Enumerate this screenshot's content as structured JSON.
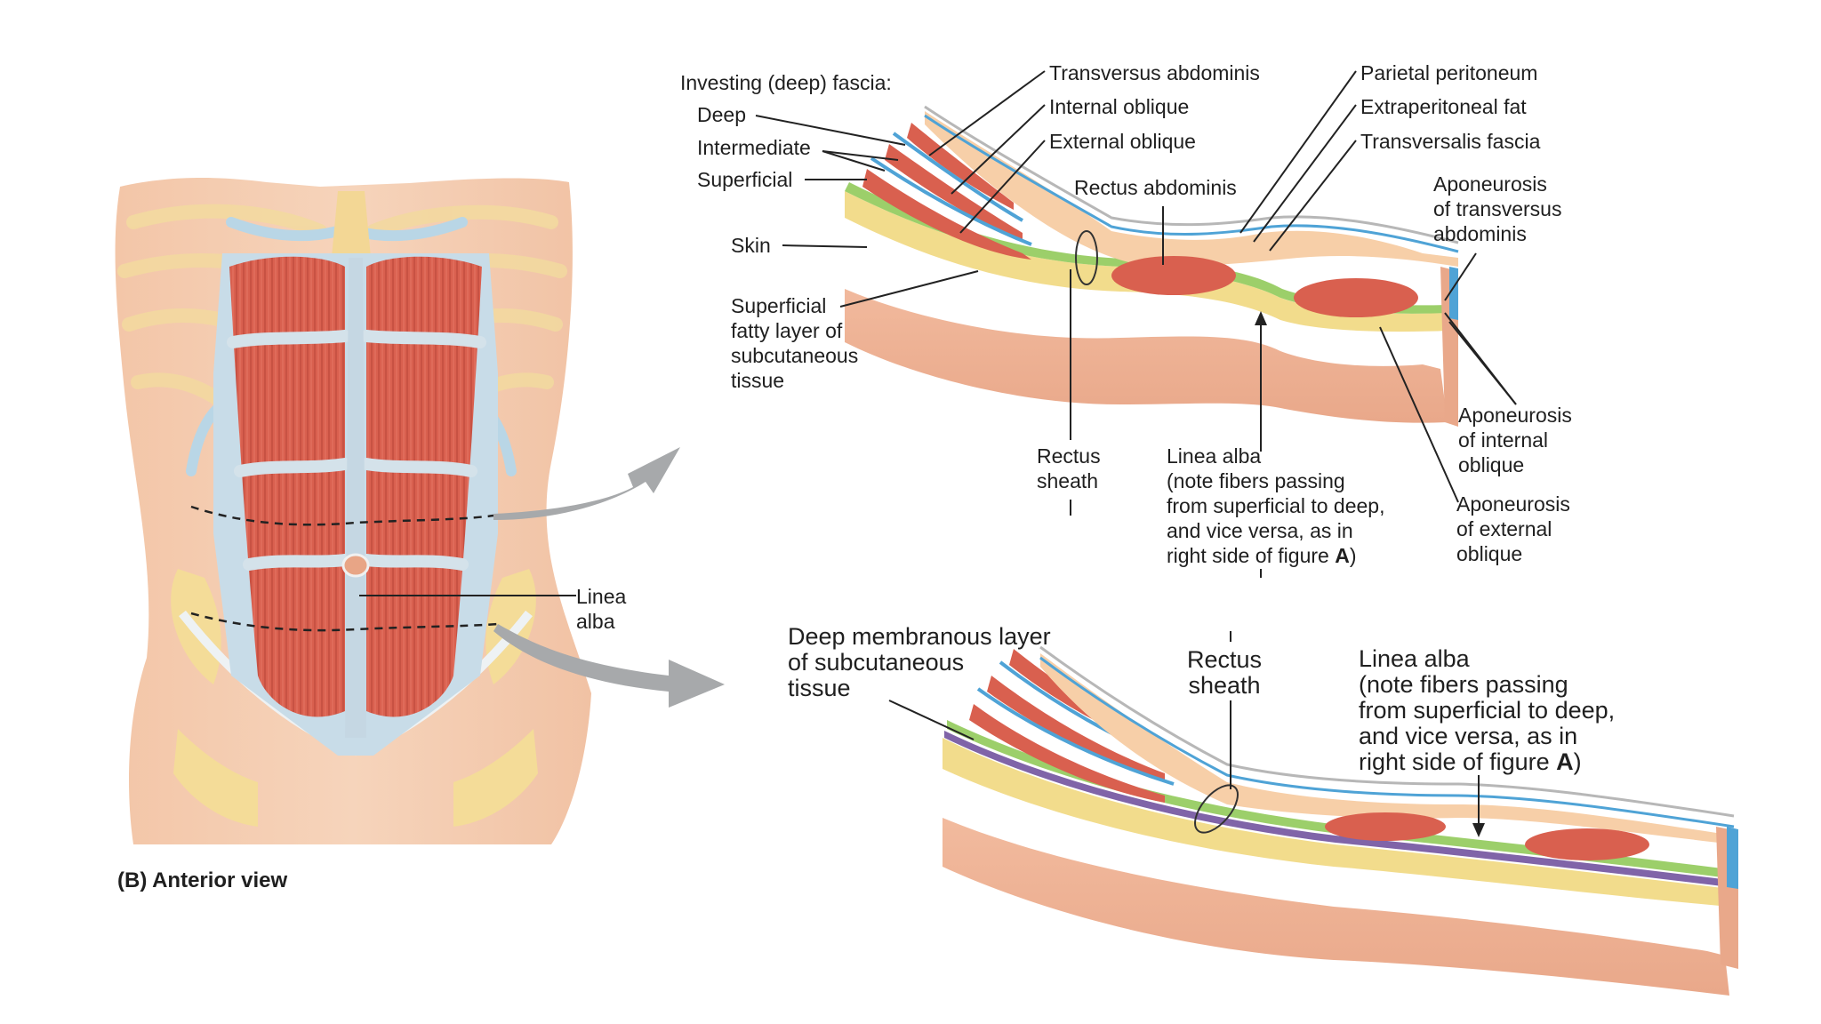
{
  "colors": {
    "skin": "#f0b196",
    "skin_dark": "#d98f72",
    "fat": "#f2dc8c",
    "muscle": "#d95e50",
    "muscle_dark": "#b8463a",
    "fascia_blue": "#4fa3d6",
    "fascia_green": "#9ccf6a",
    "membranous_purple": "#8064a8",
    "extraperitoneal": "#f7cfa8",
    "bone": "#f5d98a",
    "tendon": "#c9dde8",
    "arrow_gray": "#a7a9ab"
  },
  "panel_b": {
    "caption": "(B) Anterior view",
    "linea_alba": "Linea\nalba"
  },
  "top_section": {
    "investing_title": "Investing (deep) fascia:",
    "deep": "Deep",
    "intermediate": "Intermediate",
    "superficial": "Superficial",
    "skin": "Skin",
    "superficial_fatty": "Superficial\nfatty layer of\nsubcutaneous\ntissue",
    "transversus_abdominis": "Transversus abdominis",
    "internal_oblique": "Internal oblique",
    "external_oblique": "External oblique",
    "rectus_abdominis": "Rectus abdominis",
    "parietal_peritoneum": "Parietal peritoneum",
    "extraperitoneal_fat": "Extraperitoneal fat",
    "transversalis_fascia": "Transversalis fascia",
    "aponeurosis_transversus": "Aponeurosis\nof transversus\nabdominis",
    "rectus_sheath": "Rectus\nsheath",
    "linea_alba_note": "Linea alba\n(note fibers passing\nfrom superficial to deep,\nand vice versa, as in\nright side of figure ",
    "figure_letter": "A",
    "close_paren": ")",
    "aponeurosis_internal": "Aponeurosis\nof internal\noblique",
    "aponeurosis_external": "Aponeurosis\nof external\noblique"
  },
  "bottom_section": {
    "deep_membranous": "Deep membranous layer\nof subcutaneous\ntissue",
    "rectus_sheath": "Rectus\nsheath",
    "linea_alba_note": "Linea alba\n(note fibers passing\nfrom superficial to deep,\nand vice versa, as in\nright side of figure ",
    "figure_letter": "A",
    "close_paren": ")"
  }
}
